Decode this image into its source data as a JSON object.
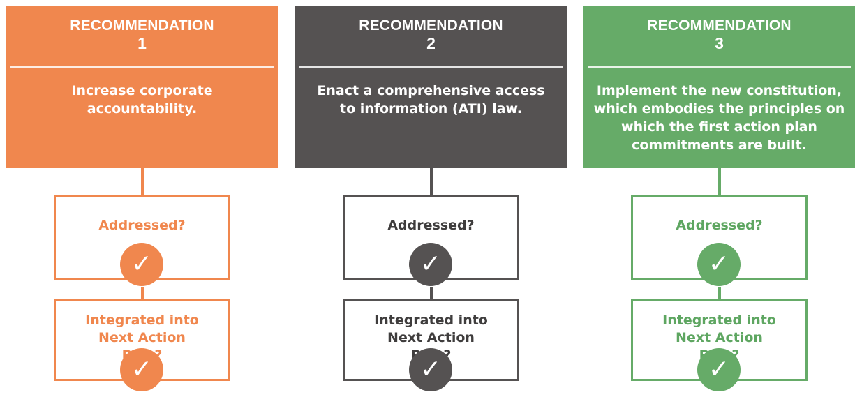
{
  "columns": [
    {
      "rec_label": "RECOMMENDATION",
      "number": "1",
      "text": "Increase corporate accountability.",
      "addressed_label": "Addressed?",
      "integrated_label": "Integrated into Next Action Plan?",
      "check_glyph": "✓",
      "accent": "#f0874e",
      "text_color": "#f0874e",
      "icon": "checkmark-icon"
    },
    {
      "rec_label": "RECOMMENDATION",
      "number": "2",
      "text": "Enact a comprehensive access to information (ATI) law.",
      "addressed_label": "Addressed?",
      "integrated_label": "Integrated into Next Action Plan?",
      "check_glyph": "✓",
      "accent": "#555252",
      "text_color": "#3f3d3d",
      "icon": "checkmark-icon"
    },
    {
      "rec_label": "RECOMMENDATION",
      "number": "3",
      "text": "Implement the new constitution, which embodies the principles on which the first action plan commitments are built.",
      "addressed_label": "Addressed?",
      "integrated_label": "Integrated into Next Action Plan?",
      "check_glyph": "✓",
      "accent": "#66ab68",
      "text_color": "#5ea661",
      "icon": "checkmark-icon"
    }
  ]
}
